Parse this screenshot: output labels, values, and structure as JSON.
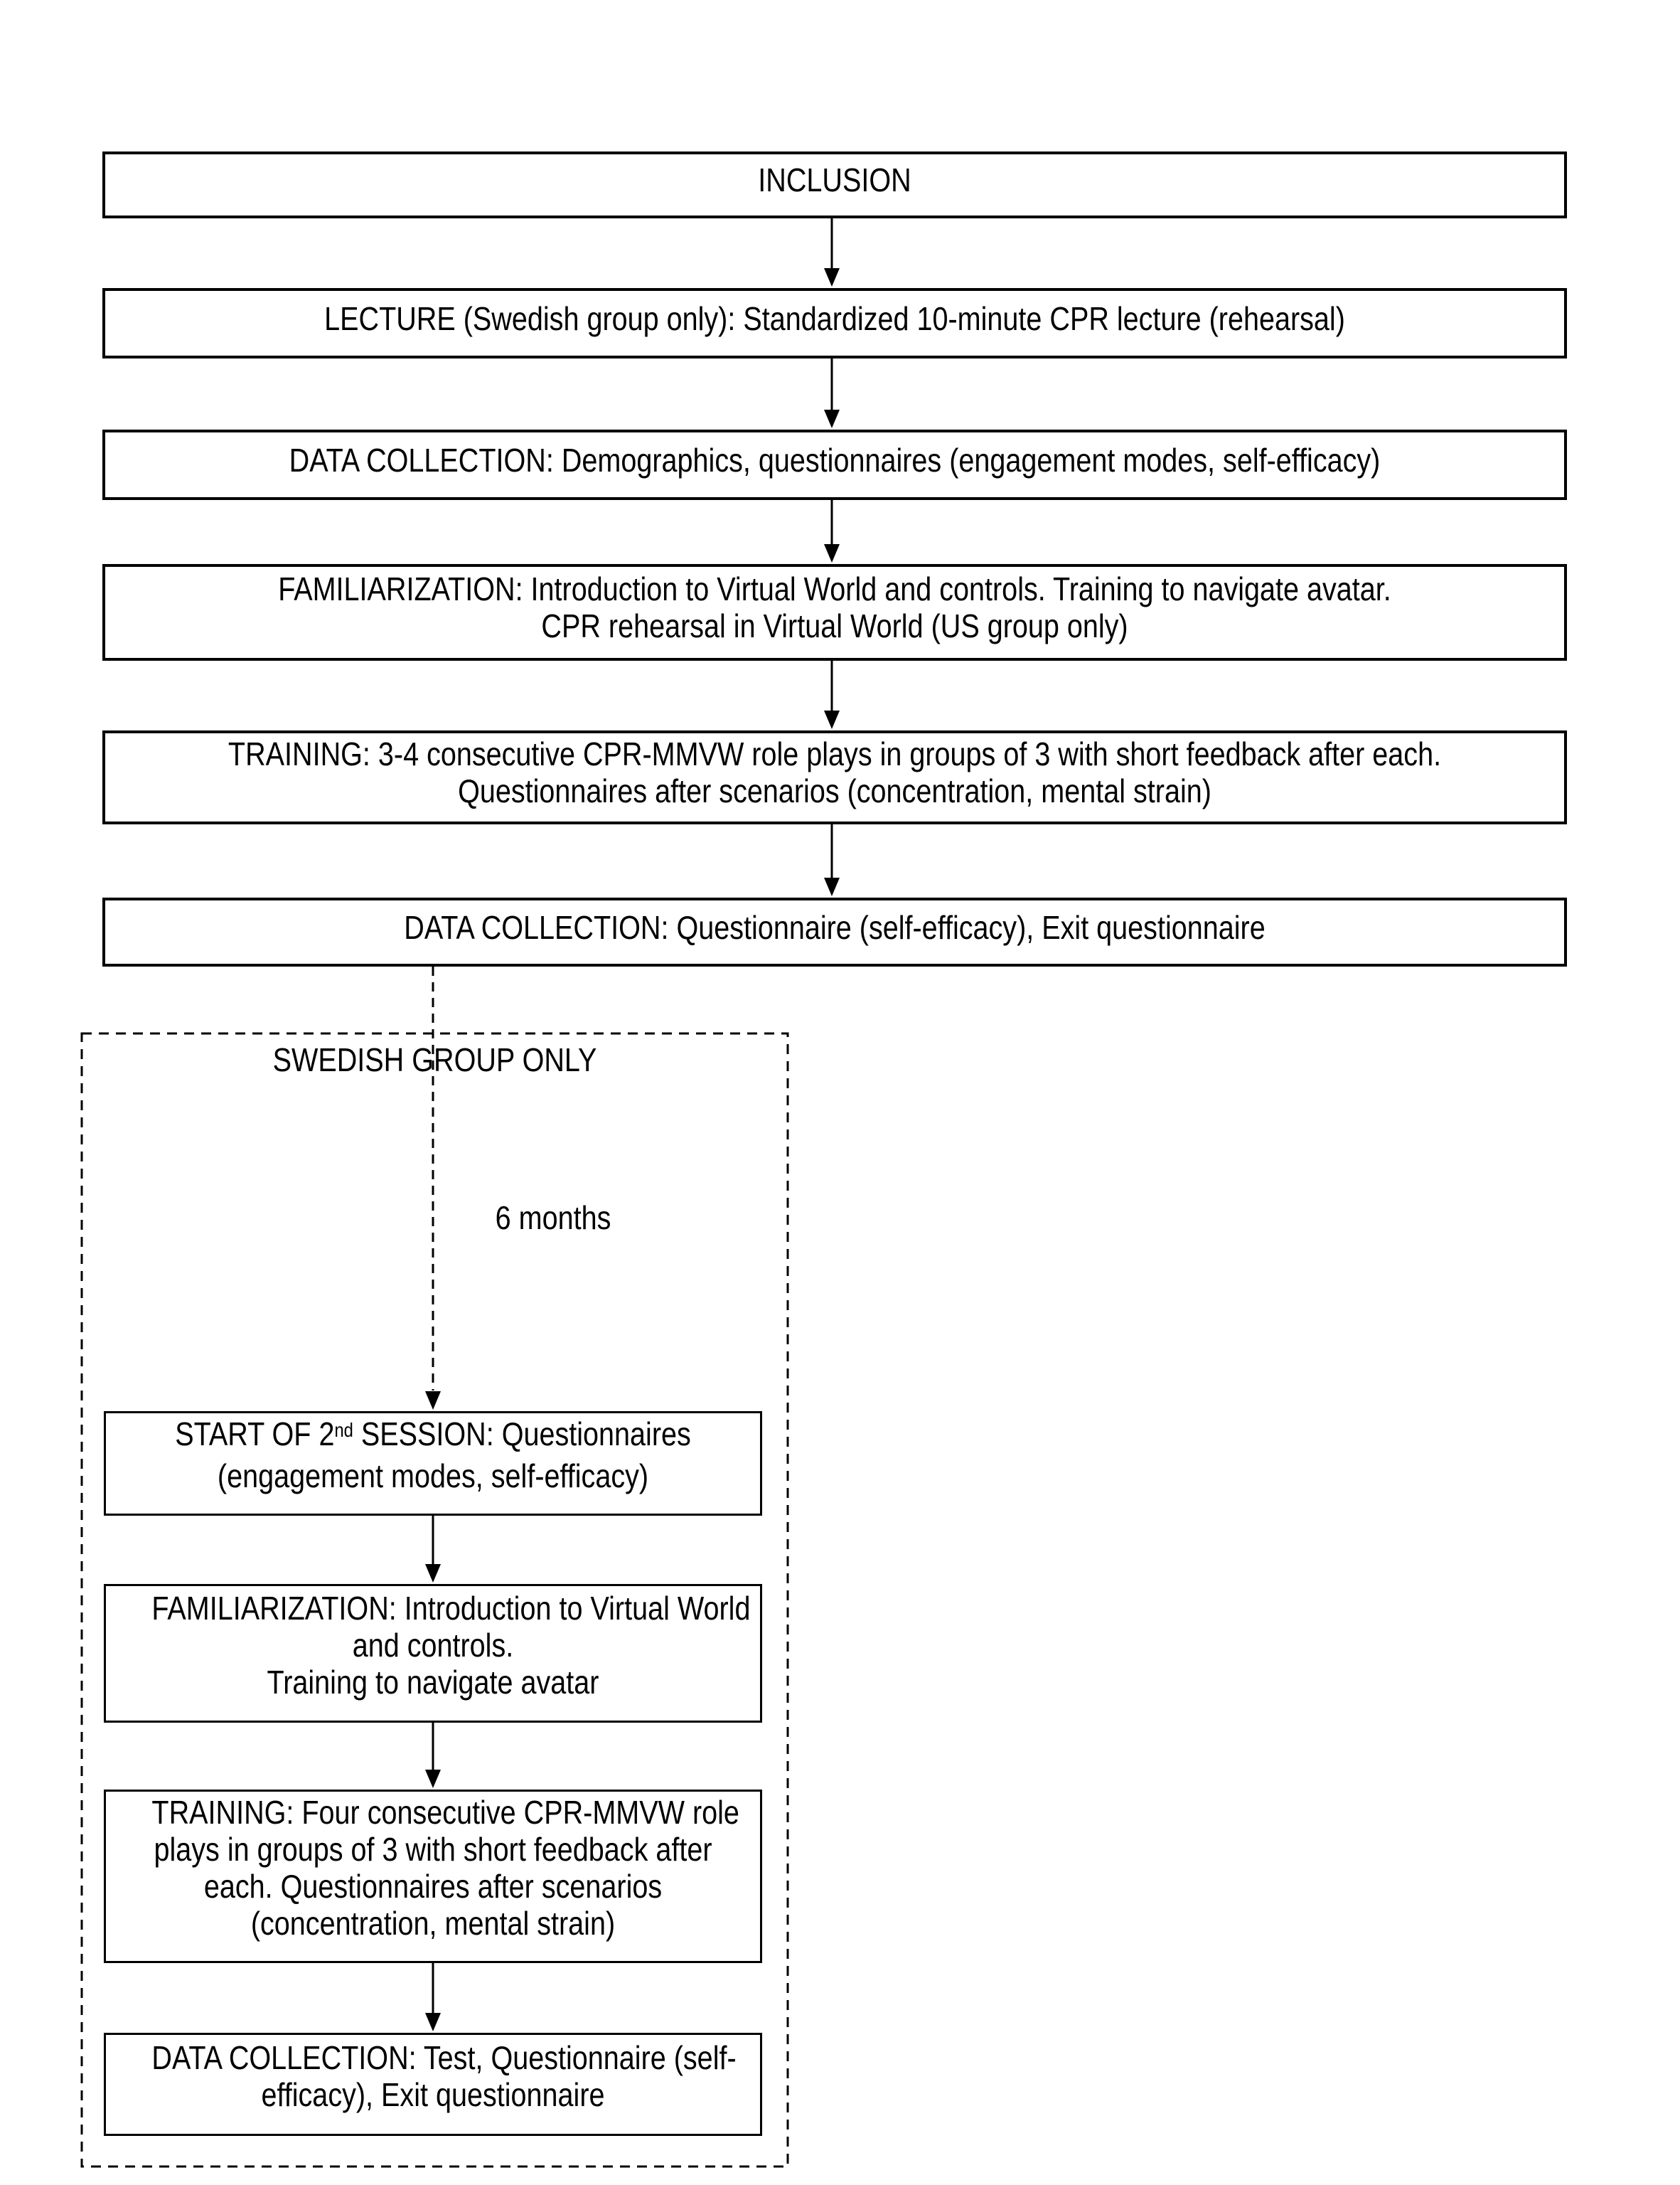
{
  "page": {
    "background_color": "#ffffff",
    "ink_color": "#000000"
  },
  "main_flow": {
    "inclusion": {
      "lines": [
        "INCLUSION"
      ]
    },
    "lecture": {
      "lines": [
        "LECTURE (Swedish group only): Standardized 10-minute CPR lecture (rehearsal)"
      ]
    },
    "data_collection_1": {
      "lines": [
        "DATA COLLECTION: Demographics, questionnaires (engagement modes, self-efficacy)"
      ]
    },
    "familiarization": {
      "lines": [
        "FAMILIARIZATION: Introduction to Virtual World and controls. Training to navigate avatar.",
        "CPR rehearsal in Virtual World (US group only)"
      ]
    },
    "training": {
      "lines": [
        "TRAINING: 3-4 consecutive CPR-MMVW role plays in groups of 3 with short feedback after each.",
        "Questionnaires after scenarios (concentration, mental strain)"
      ]
    },
    "data_collection_2": {
      "lines": [
        "DATA COLLECTION: Questionnaire (self-efficacy), Exit questionnaire"
      ]
    }
  },
  "swedish_section": {
    "title": "SWEDISH GROUP ONLY",
    "interval_label": "6 months",
    "start_session": {
      "line1_pre": "START OF 2",
      "line1_sup": "nd",
      "line1_post": " SESSION: Questionnaires",
      "line2": "(engagement modes, self-efficacy)"
    },
    "familiarization": {
      "lines": [
        "FAMILIARIZATION: Introduction to Virtual World",
        "and controls.",
        "Training to navigate avatar"
      ]
    },
    "training": {
      "lines": [
        "TRAINING: Four consecutive CPR-MMVW role",
        "plays in groups of 3 with short feedback after",
        "each. Questionnaires after scenarios",
        "(concentration, mental strain)"
      ]
    },
    "data_collection": {
      "lines": [
        "DATA COLLECTION: Test, Questionnaire (self-",
        "efficacy), Exit questionnaire"
      ]
    }
  }
}
